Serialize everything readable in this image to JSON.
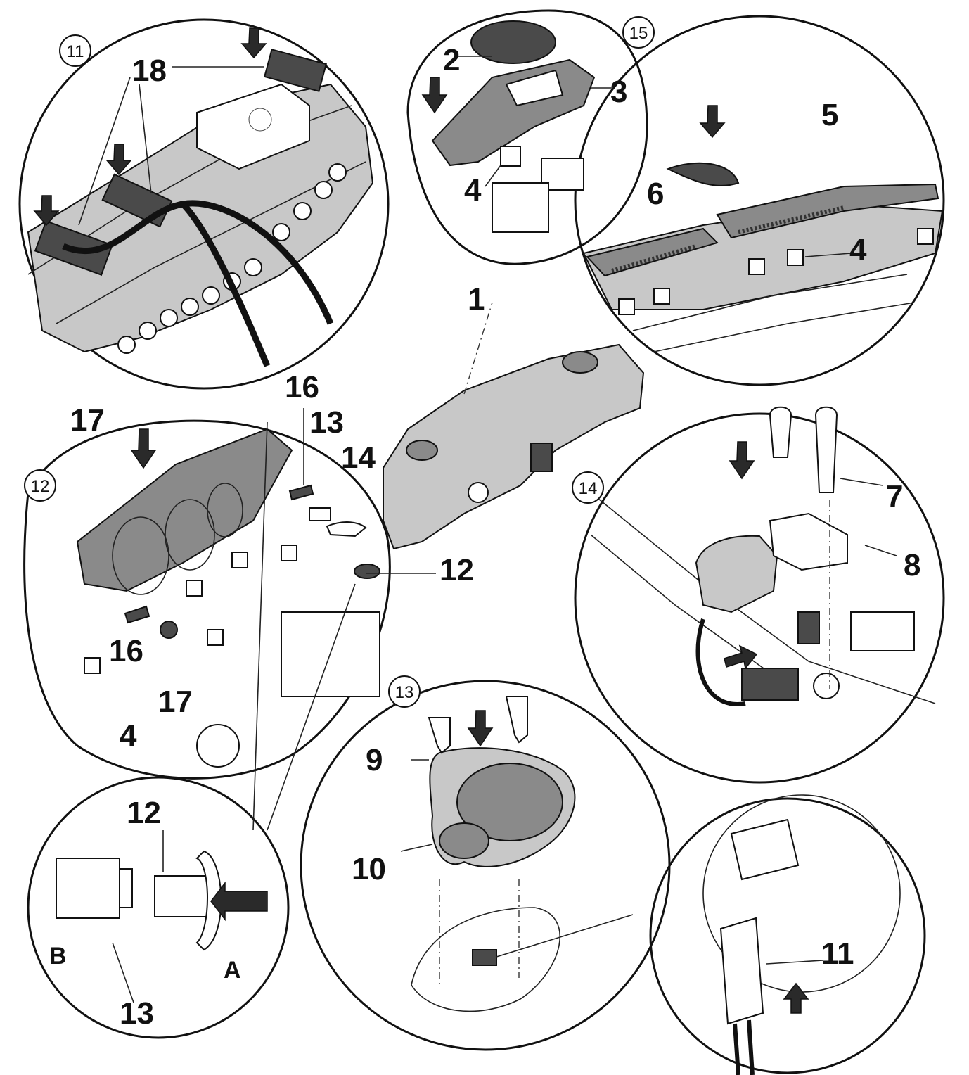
{
  "details": [
    {
      "id": "detail-11",
      "badge": "11"
    },
    {
      "id": "detail-12",
      "badge": "12"
    },
    {
      "id": "detail-13",
      "badge": "13"
    },
    {
      "id": "detail-14",
      "badge": "14"
    },
    {
      "id": "detail-15",
      "badge": "15"
    }
  ],
  "callouts": {
    "c1": "1",
    "c2": "2",
    "c3": "3",
    "c4_top": "4",
    "c4_right": "4",
    "c4_left": "4",
    "c5": "5",
    "c6": "6",
    "c7": "7",
    "c8": "8",
    "c9": "9",
    "c10": "10",
    "c11": "11",
    "c12_right": "12",
    "c12_bottom": "12",
    "c13_mid": "13",
    "c13_bottom": "13",
    "c14": "14",
    "c16_top": "16",
    "c16_bottom": "16",
    "c17_top": "17",
    "c17_bottom": "17",
    "c18": "18"
  },
  "view_letters": {
    "a": "A",
    "b": "B"
  },
  "colors": {
    "ink": "#111111",
    "part_fill": "#8a8a8a",
    "part_light": "#c8c8c8",
    "background": "#ffffff"
  }
}
